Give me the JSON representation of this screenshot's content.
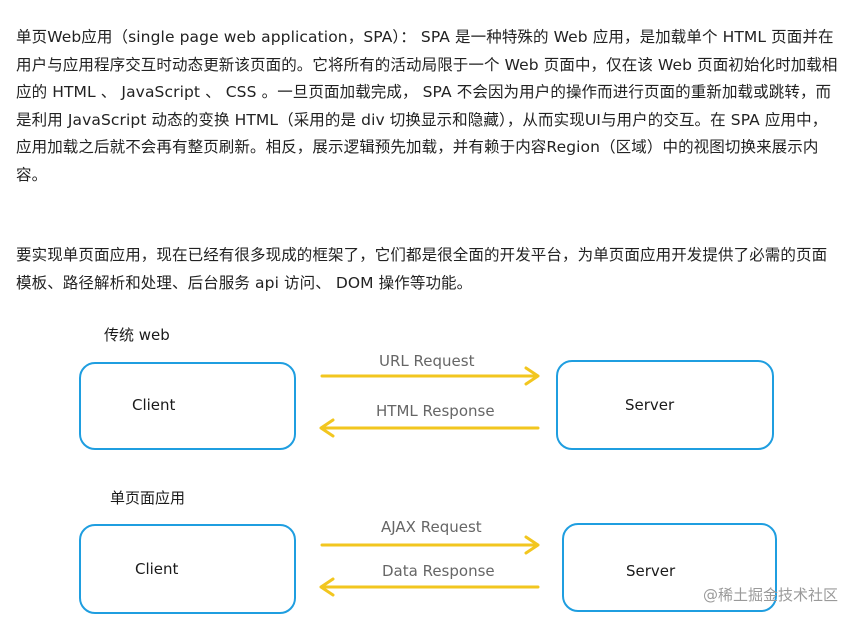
{
  "paragraphs": {
    "p1": "单页Web应用（single page web application，SPA）： SPA 是一种特殊的 Web 应用，是加载单个 HTML 页面并在用户与应用程序交互时动态更新该页面的。它将所有的活动局限于一个 Web 页面中，仅在该 Web 页面初始化时加载相应的 HTML 、 JavaScript 、 CSS 。一旦页面加载完成， SPA 不会因为用户的操作而进行页面的重新加载或跳转，而是利用 JavaScript 动态的变换 HTML（采用的是 div 切换显示和隐藏），从而实现UI与用户的交互。在 SPA 应用中，应用加载之后就不会再有整页刷新。相反，展示逻辑预先加载，并有赖于内容Region（区域）中的视图切换来展示内容。",
    "p2": "要实现单页面应用，现在已经有很多现成的框架了，它们都是很全面的开发平台，为单页面应用开发提供了必需的页面模板、路径解析和处理、后台服务 api 访问、 DOM 操作等功能。"
  },
  "diagram": {
    "traditional": {
      "title": "传统 web",
      "client_label": "Client",
      "server_label": "Server",
      "request_label": "URL  Request",
      "response_label": "HTML Response"
    },
    "spa": {
      "title": "单页面应用",
      "client_label": "Client",
      "server_label": "Server",
      "request_label": "AJAX Request",
      "response_label": "Data  Response"
    },
    "colors": {
      "box_border": "#1f9ee0",
      "arrow": "#f2c61f"
    }
  },
  "watermark": "@稀土掘金技术社区"
}
